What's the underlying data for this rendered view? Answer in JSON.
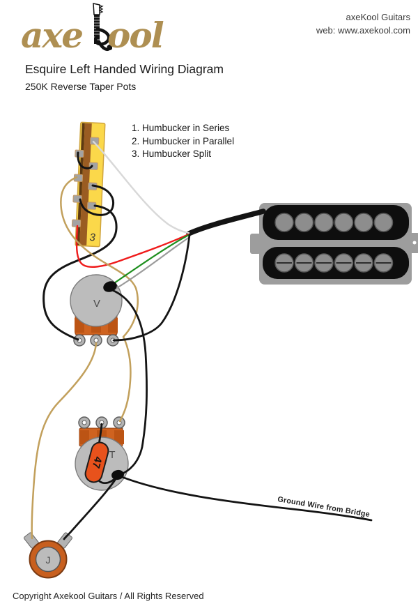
{
  "brand": {
    "logo_left": "axe",
    "logo_right": "ool",
    "company": "axeKool Guitars",
    "website": "web: www.axekool.com"
  },
  "heading": {
    "title": "Esquire Left Handed Wiring Diagram",
    "subtitle": "250K Reverse Taper Pots"
  },
  "switch_options": [
    "1. Humbucker in Series",
    "2. Humbucker in Parallel",
    "3. Humbucker Split"
  ],
  "components": {
    "selector_switch_label": "3",
    "volume_pot_label": "V",
    "tone_pot_label": "T",
    "output_jack_label": "J",
    "capacitor_label": "47",
    "ground_wire_label": "Ground Wire from Bridge"
  },
  "footer": {
    "copyright": "Copyright Axekool Guitars / All Rights Reserved"
  },
  "colors": {
    "logo_gold": "#ae8f52",
    "switch_yellow": "#fbd84a",
    "switch_stripe_brown": "#9a5c22",
    "pot_body_gray": "#bcbcbc",
    "pot_base_orange": "#cf6320",
    "capacitor_orange": "#e8521c",
    "jack_ring_orange": "#c85f1e",
    "wire_black": "#141414",
    "wire_red": "#ef1a1a",
    "wire_green": "#1e8f1e",
    "wire_white": "#d8d8d8",
    "wire_bare": "#9b9b9b",
    "wire_cloth_tan": "#c2a05c"
  }
}
